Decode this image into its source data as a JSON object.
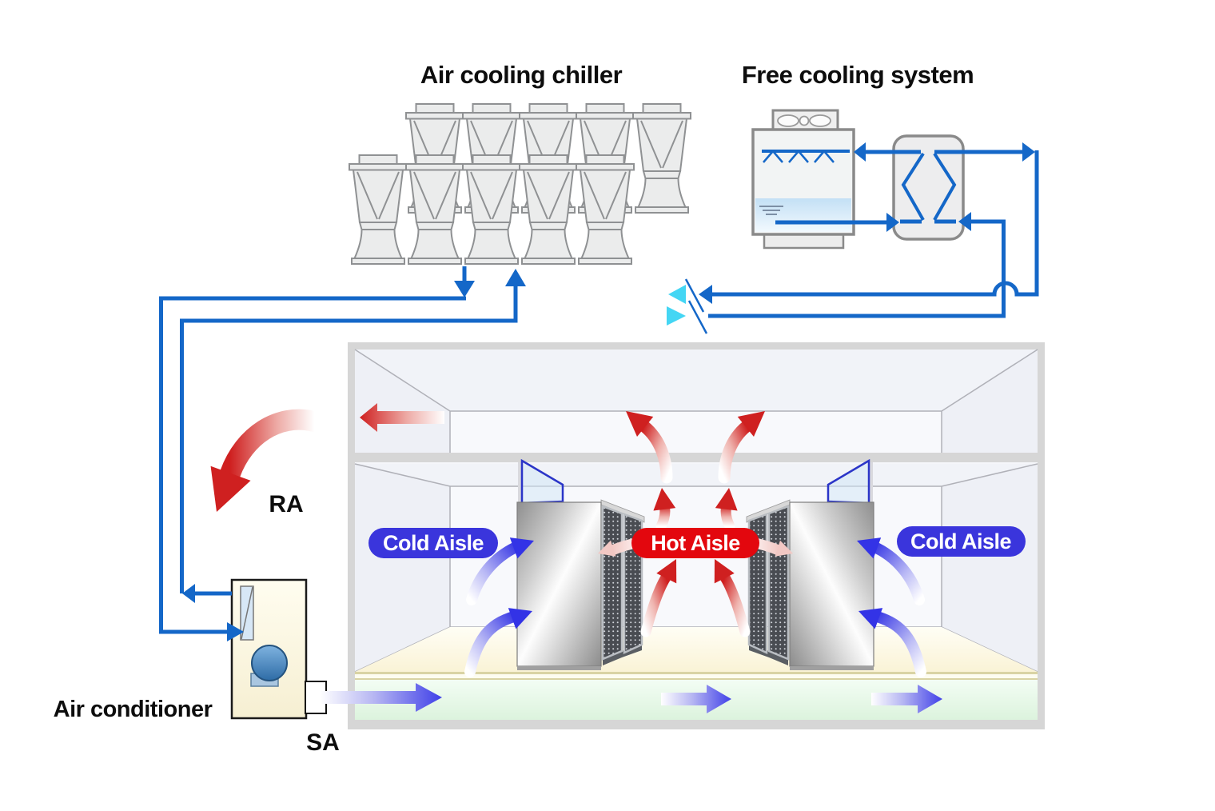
{
  "diagram": {
    "titles": {
      "chiller": "Air cooling chiller",
      "free_cooling": "Free cooling system"
    },
    "labels": {
      "return_air": "RA",
      "supply_air": "SA",
      "air_conditioner": "Air conditioner"
    },
    "badges": {
      "cold_left": "Cold Aisle",
      "hot": "Hot Aisle",
      "cold_right": "Cold Aisle"
    },
    "chiller": {
      "front_row_tower_count": 5,
      "back_row_tower_count": 5
    },
    "airflow": {
      "underfloor_arrow_count": 3,
      "hot_aisle_rising_arrow_count": 4,
      "plenum_exhaust_arrow_count": 2,
      "cold_aisle_arrow_count_per_side": 2
    },
    "icons": [
      "cooling-tower-icon",
      "fan-icon",
      "spray-nozzle-icon",
      "water-level-icon",
      "heat-exchanger-icon",
      "server-rack-icon",
      "glass-partition-icon",
      "ac-coil-icon",
      "ac-fan-icon",
      "pipe-break-icon"
    ],
    "colors": {
      "pipe_blue": "#1467c8",
      "pipe_cyan": "#44d6f4",
      "hot_red": "#e3070e",
      "cold_blue": "#3a35dc",
      "warm_arrow_red": "#cf2020",
      "cool_arrow_blue": "#3b3be8",
      "floor_cream": "#fbf6dd",
      "underfloor_green": "#e2f6e2",
      "frame_gray": "#d6d6d6"
    }
  }
}
